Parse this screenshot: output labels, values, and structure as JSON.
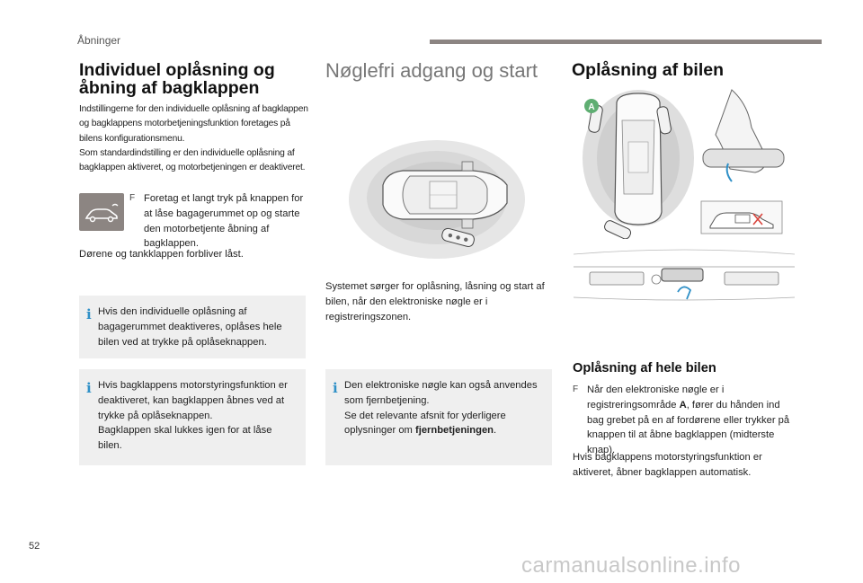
{
  "header": {
    "section": "Åbninger"
  },
  "col1": {
    "title": "Individuel oplåsning og åbning af bagklappen",
    "intro_1": "Indstillingerne for den individuelle oplåsning af bagklappen og bagklappens motorbetjeningsfunktion foretages på bilens konfigurationsmenu.",
    "intro_2": "Som standardindstilling er den individuelle oplåsning af bagklappen aktiveret, og motorbetjeningen er deaktiveret.",
    "icon": "car-lock-icon",
    "bullet_marker": "F",
    "bullet": "Foretag et langt tryk på knappen for at låse bagagerummet op og starte den motorbetjente åbning af bagklappen.",
    "after_bullet": "Dørene og tankklappen forbliver låst.",
    "info_1": "Hvis den individuelle oplåsning af bagagerummet deaktiveres, oplåses hele bilen ved at trykke på oplåseknappen.",
    "info_2a": "Hvis bagklappens motorstyringsfunktion er deaktiveret, kan bagklappen åbnes ved at trykke på oplåseknappen.",
    "info_2b": "Bagklappen skal lukkes igen for at låse bilen."
  },
  "col2": {
    "title": "Nøglefri adgang og start",
    "para": "Systemet sørger for oplåsning, låsning og start af bilen, når den elektroniske nøgle er i registreringszonen.",
    "info_a": "Den elektroniske nøgle kan også anvendes som fjernbetjening.",
    "info_b1": "Se det relevante afsnit for yderligere oplysninger om ",
    "info_b_bold": "fjernbetjeningen",
    "info_b2": "."
  },
  "col3": {
    "title": "Oplåsning af bilen",
    "zone_label": "A",
    "sub": "Oplåsning af hele bilen",
    "bullet_marker": "F",
    "bullet_1": "Når den elektroniske nøgle er i registreringsområde ",
    "bullet_bold": "A",
    "bullet_2": ", fører du hånden ind bag grebet på en af fordørene eller trykker på knappen til at åbne bagklappen (midterste knap).",
    "after": "Hvis bagklappens motorstyringsfunktion er aktiveret, åbner bagklappen automatisk."
  },
  "footer": {
    "page": "52",
    "watermark": "carmanualsonline.info"
  },
  "colors": {
    "info_mark": "#2f90c7",
    "bar": "#8c8582",
    "box_bg": "#efefef",
    "zone_green": "#5fae72"
  }
}
